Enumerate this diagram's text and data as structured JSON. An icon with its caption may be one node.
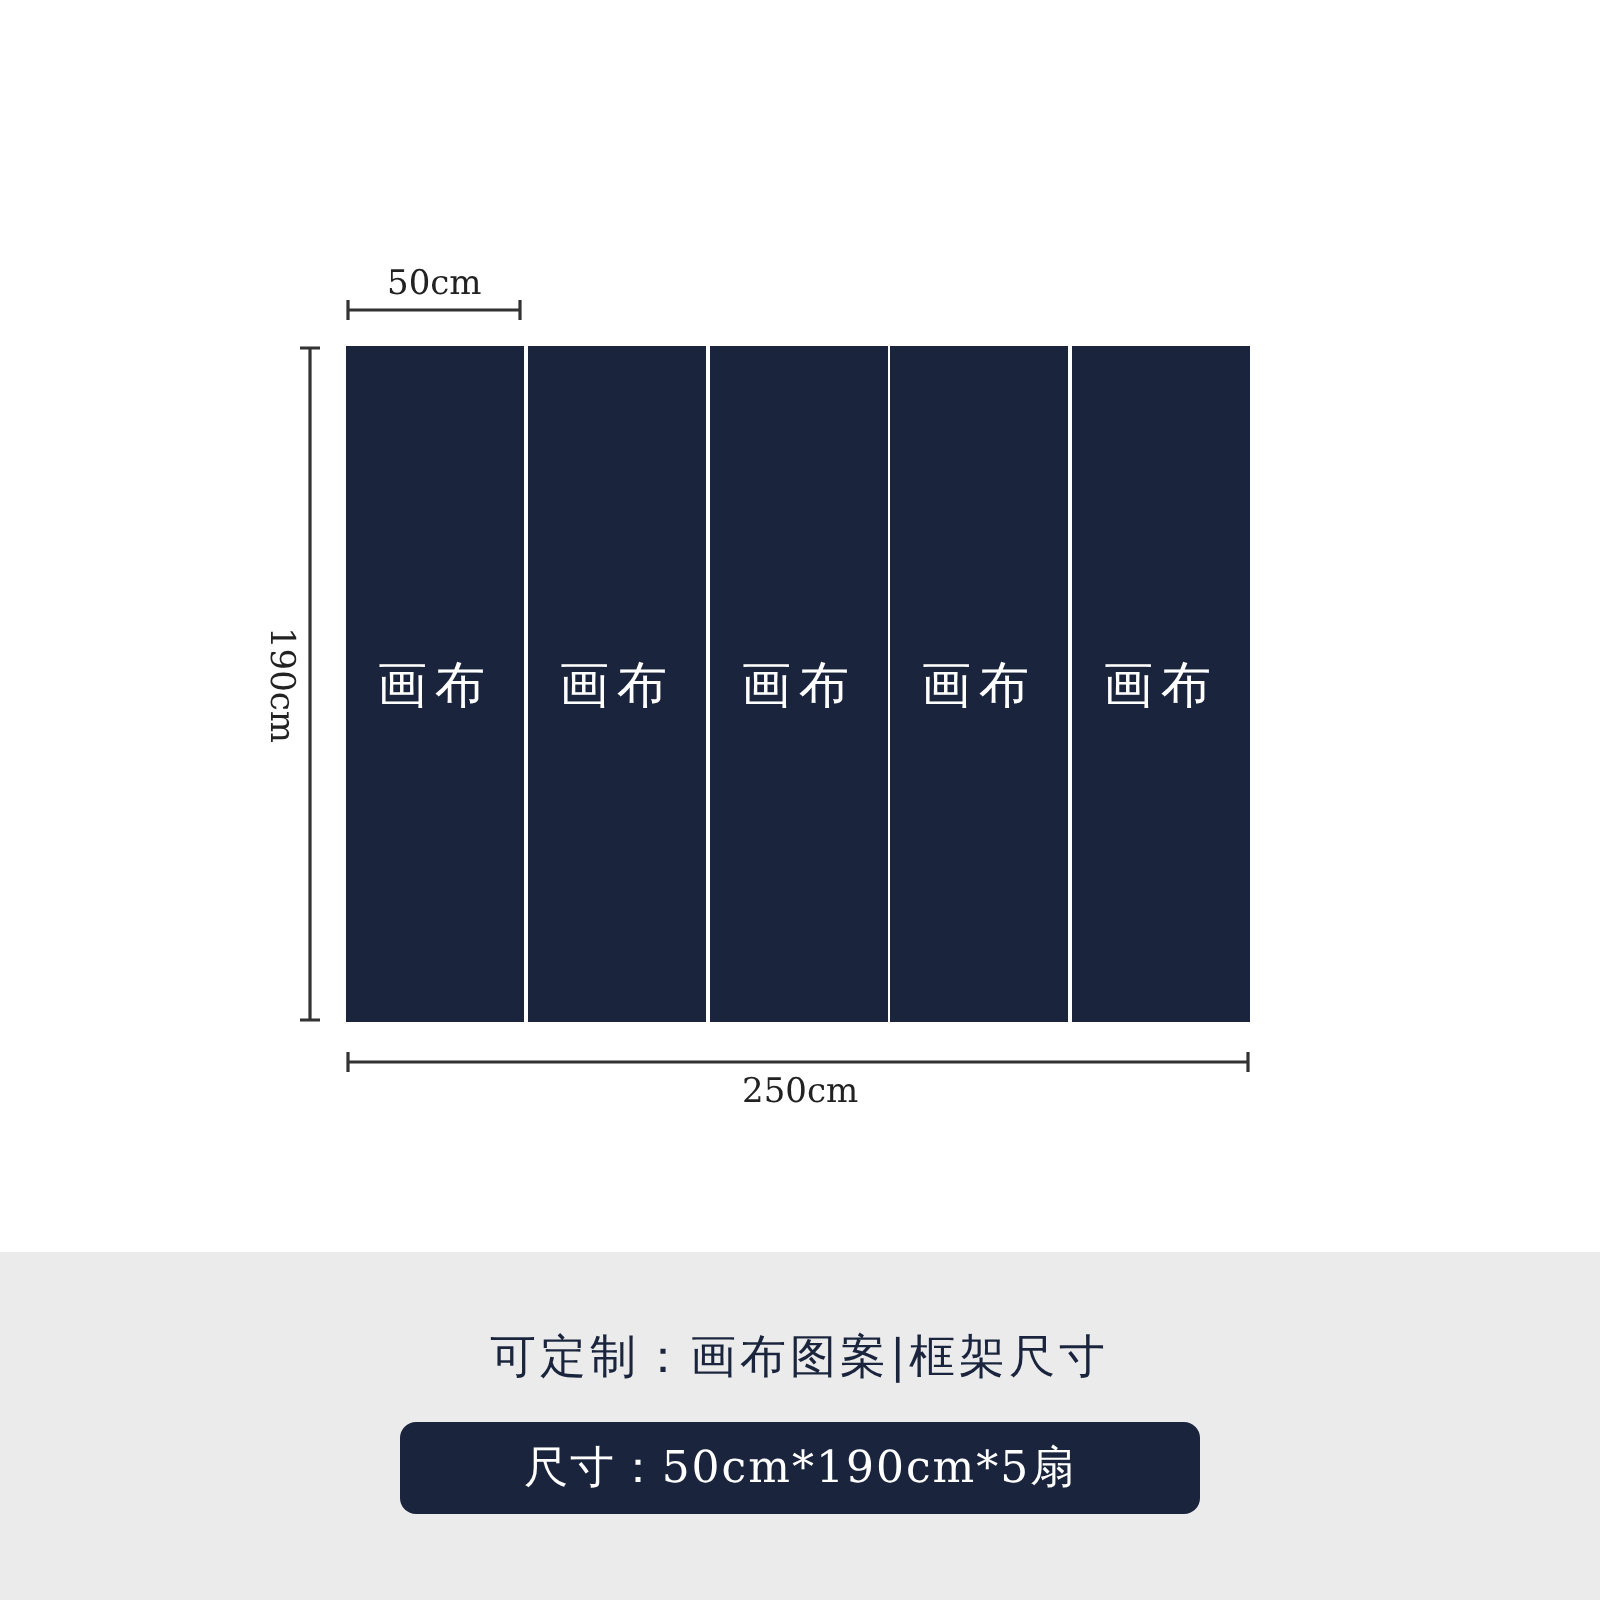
{
  "diagram": {
    "nodes": [
      {
        "text": [
          "画布"
        ]
      },
      {
        "text": [
          "画布"
        ]
      },
      {
        "text": [
          "画布"
        ]
      },
      {
        "text": [
          "画布"
        ]
      },
      {
        "text": [
          "画布"
        ]
      },
      {
        "text": [
          "尺寸：50cm*190cm*5扇"
        ]
      }
    ],
    "labels": [
      "50cm",
      "190cm",
      "250cm",
      "可定制：画布图案|框架尺寸"
    ]
  }
}
